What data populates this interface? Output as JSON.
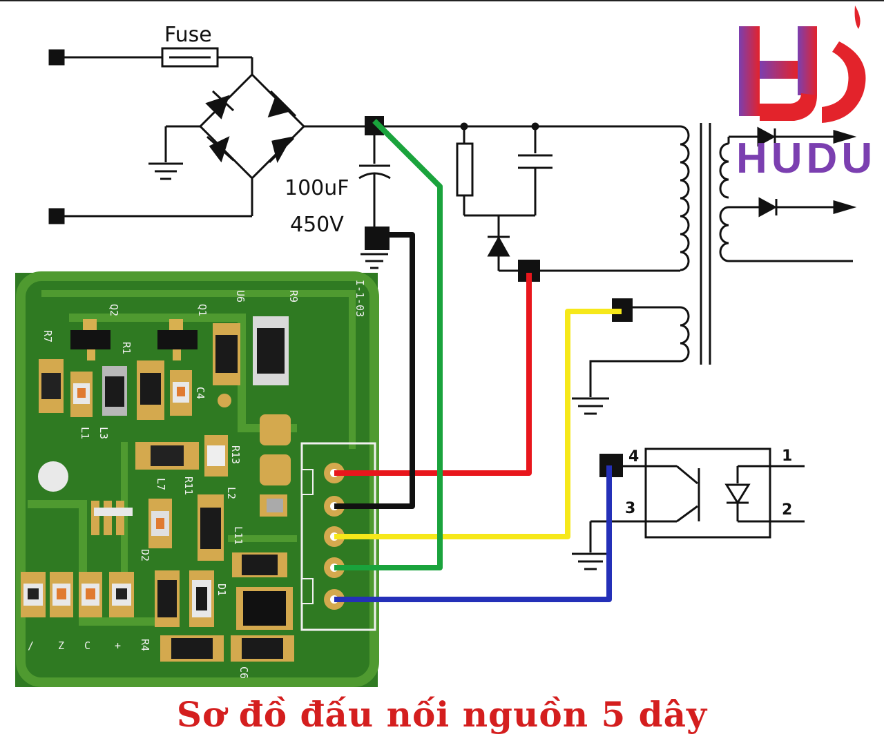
{
  "title": "Sơ đồ đấu nối nguồn 5 dây",
  "logo": {
    "letters": "HUDU"
  },
  "schematic": {
    "fuse_label": "Fuse",
    "capacitor_label_value": "100uF",
    "capacitor_label_voltage": "450V",
    "optocoupler_pins": [
      "4",
      "3",
      "1",
      "2"
    ]
  },
  "wires": [
    {
      "color": "#e8161c",
      "name": "red"
    },
    {
      "color": "#111111",
      "name": "black"
    },
    {
      "color": "#f6e81a",
      "name": "yellow"
    },
    {
      "color": "#1aa33c",
      "name": "green"
    },
    {
      "color": "#2430b8",
      "name": "blue"
    }
  ],
  "pcb": {
    "board_color": "#2f7a22",
    "silkscreen": [
      "Q2",
      "Q1",
      "U6",
      "R9",
      "R7",
      "R1",
      "C4",
      "L3",
      "L1",
      "R13",
      "L7",
      "R11",
      "L2",
      "L11",
      "D2",
      "D1",
      "R4",
      "C6",
      "I-1-03"
    ],
    "connector_labels": [
      "/",
      "Z",
      "C",
      "+"
    ]
  }
}
